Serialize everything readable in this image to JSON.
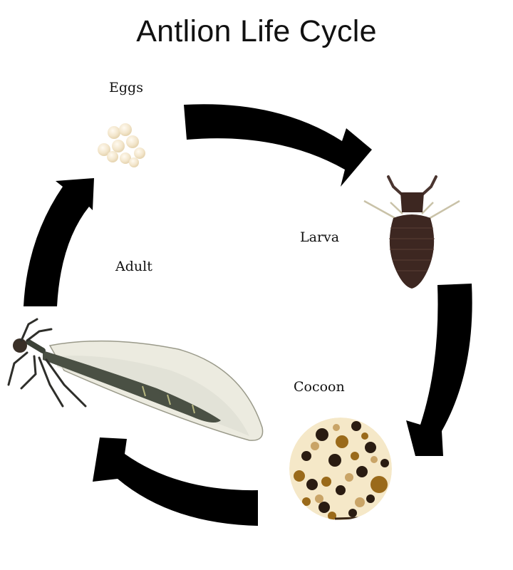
{
  "title": "Antlion Life Cycle",
  "stages": [
    {
      "id": "eggs",
      "label": "Eggs",
      "icon": "eggs-icon"
    },
    {
      "id": "larva",
      "label": "Larva",
      "icon": "larva-icon"
    },
    {
      "id": "cocoon",
      "label": "Cocoon",
      "icon": "cocoon-icon"
    },
    {
      "id": "adult",
      "label": "Adult",
      "icon": "adult-antlion-icon"
    }
  ],
  "arrows": [
    {
      "from": "Eggs",
      "to": "Larva"
    },
    {
      "from": "Larva",
      "to": "Cocoon"
    },
    {
      "from": "Cocoon",
      "to": "Adult"
    },
    {
      "from": "Adult",
      "to": "Eggs"
    }
  ],
  "colors": {
    "arrow": "#000000",
    "egg": "#f3e6cc",
    "larva": "#3d2721",
    "cocoon_dark": "#2a1c12",
    "cocoon_mid": "#9a6a1a",
    "cocoon_light": "#f5e8c8",
    "wing": "#ecebe0",
    "body": "#3c4238"
  }
}
